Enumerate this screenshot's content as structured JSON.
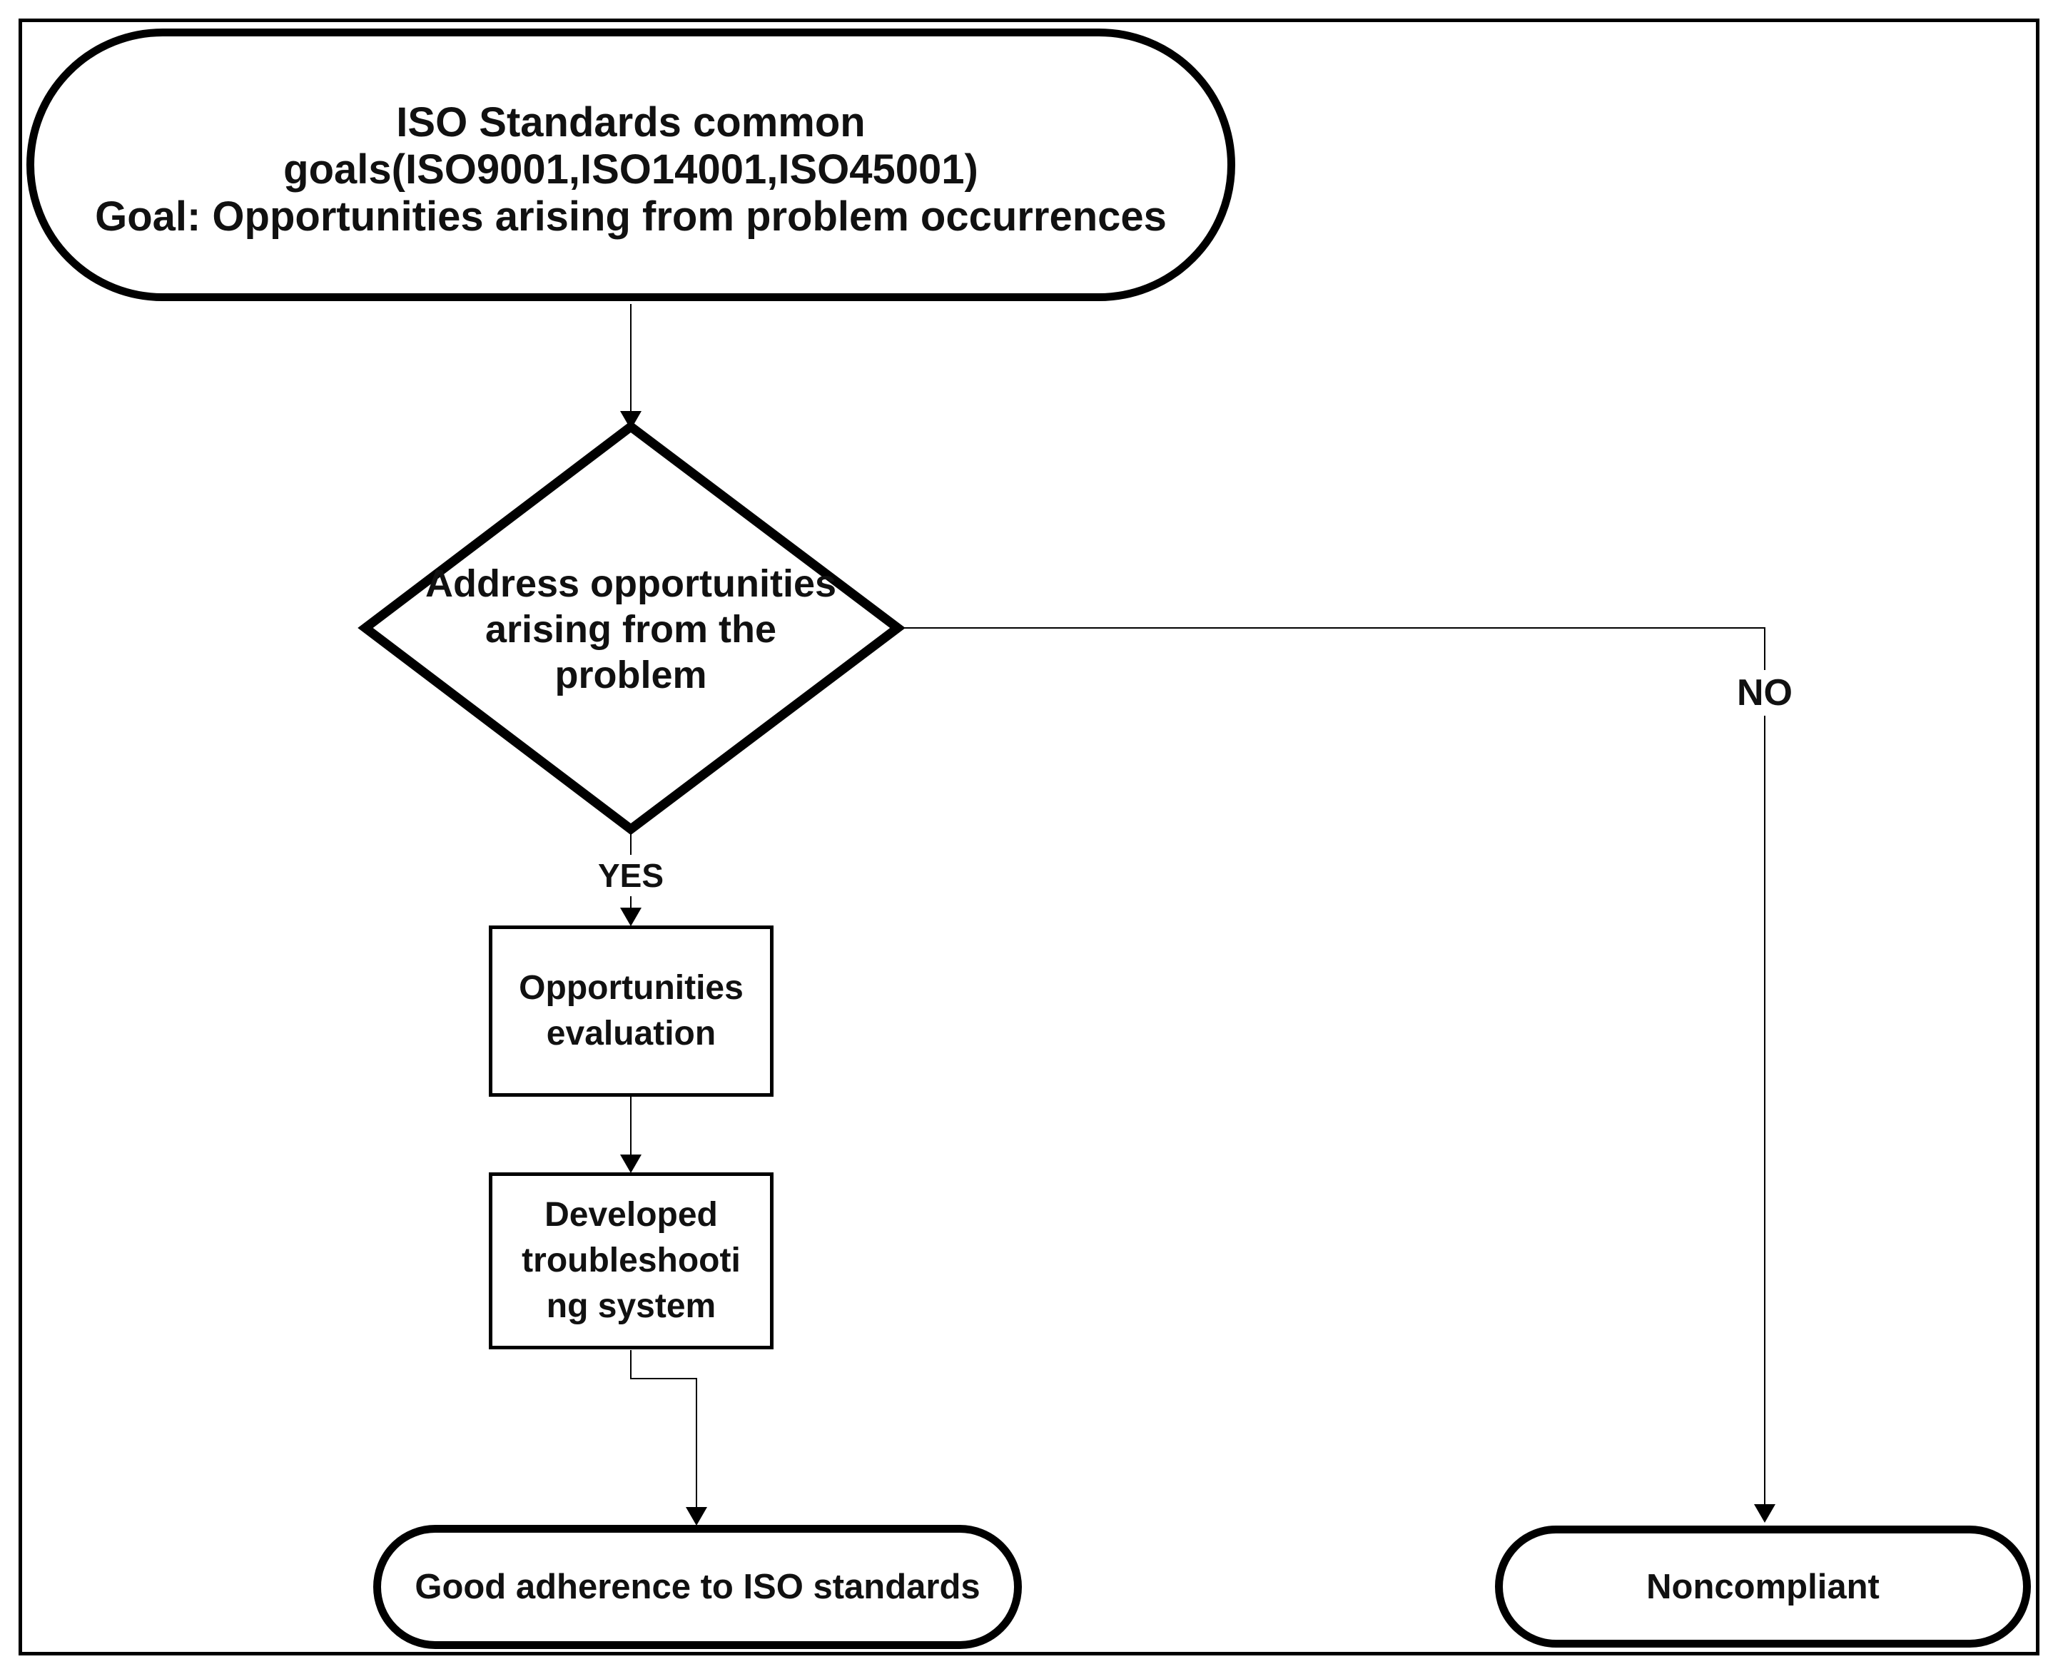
{
  "diagram": {
    "nodes": {
      "start": {
        "type": "terminator",
        "lines": [
          "ISO Standards common",
          "goals(ISO9001,ISO14001,ISO45001)",
          "Goal: Opportunities arising from problem occurrences"
        ]
      },
      "decision": {
        "type": "decision",
        "lines": [
          "Address opportunities",
          "arising from the",
          "problem"
        ]
      },
      "process_evaluation": {
        "type": "process",
        "lines": [
          "Opportunities",
          "evaluation"
        ]
      },
      "process_troubleshooting": {
        "type": "process",
        "lines": [
          "Developed",
          "troubleshooti",
          "ng system"
        ]
      },
      "end_success": {
        "type": "terminator",
        "label": "Good adherence to ISO standards"
      },
      "end_fail": {
        "type": "terminator",
        "label": "Noncompliant"
      }
    },
    "edges": {
      "yes_label": "YES",
      "no_label": "NO"
    },
    "colors": {
      "stroke": "#000000",
      "fill": "#ffffff",
      "text": "#111111"
    }
  }
}
